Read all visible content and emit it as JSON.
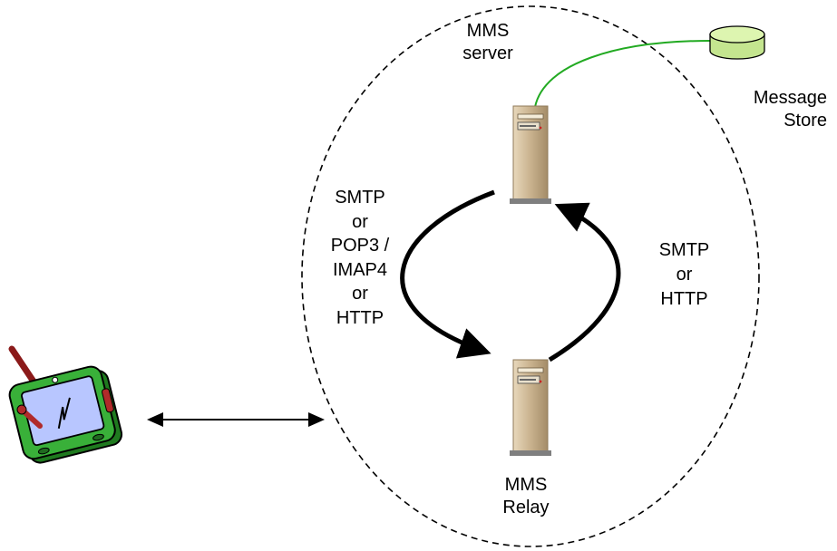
{
  "diagram": {
    "server_cloud": {
      "label_lines": [
        "MMS",
        "server"
      ]
    },
    "message_store": {
      "label_lines": [
        "Message",
        "Store"
      ]
    },
    "relay": {
      "label_lines": [
        "MMS",
        "Relay"
      ]
    },
    "left_protocol": {
      "label_lines": [
        "SMTP",
        "or",
        "POP3 /",
        "IMAP4",
        "or",
        "HTTP"
      ]
    },
    "right_protocol": {
      "label_lines": [
        "SMTP",
        "or",
        "HTTP"
      ]
    },
    "colors": {
      "link_green": "#22aa22",
      "tower_body": "#cbb594",
      "tower_base": "#8a8a8a",
      "store_fill": "#ccee99",
      "device_frame": "#33aa33",
      "device_screen": "#aabbff",
      "stylus": "#aa2222"
    },
    "icons": [
      "server-tower-icon",
      "database-cylinder-icon",
      "handheld-device-icon"
    ]
  }
}
